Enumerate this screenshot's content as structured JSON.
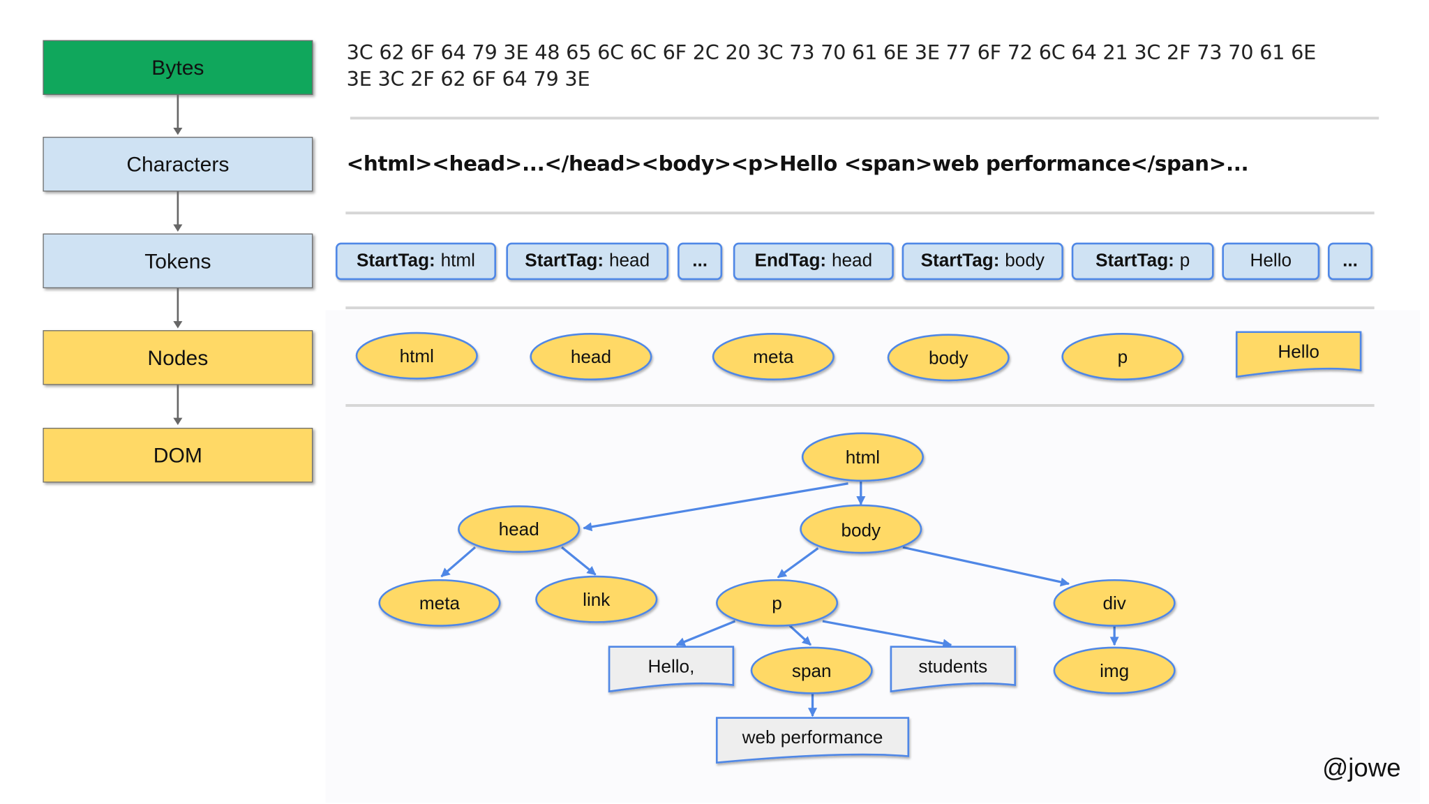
{
  "stages": [
    "Bytes",
    "Characters",
    "Tokens",
    "Nodes",
    "DOM"
  ],
  "bytes_text": "3C 62 6F 64 79 3E 48 65 6C 6C 6F 2C 20 3C 73 70 61 6E 3E 77 6F 72 6C 64 21 3C 2F 73 70 61 6E 3E 3C 2F 62 6F 64 79 3E",
  "characters_text": "<html><head>...</head><body><p>Hello <span>web performance</span>...",
  "tokens": [
    {
      "kind": "StartTag:",
      "value": "html"
    },
    {
      "kind": "StartTag:",
      "value": "head"
    },
    {
      "kind": "",
      "value": "..."
    },
    {
      "kind": "EndTag:",
      "value": "head"
    },
    {
      "kind": "StartTag:",
      "value": "body"
    },
    {
      "kind": "StartTag:",
      "value": "p"
    },
    {
      "kind": "",
      "value": "Hello"
    },
    {
      "kind": "",
      "value": "..."
    }
  ],
  "nodes_row": [
    "html",
    "head",
    "meta",
    "body",
    "p",
    "Hello"
  ],
  "dom_tree": {
    "html": "html",
    "head": "head",
    "body": "body",
    "meta": "meta",
    "link": "link",
    "p": "p",
    "div": "div",
    "text_hello": "Hello,",
    "span": "span",
    "text_students": "students",
    "img": "img",
    "text_web_performance": "web performance"
  },
  "watermark": "@jowe",
  "colors": {
    "bytes": "#10a75c",
    "characters": "#cfe2f3",
    "tokens": "#cfe2f3",
    "nodes": "#ffd966",
    "dom": "#ffd966",
    "edge": "#4f87e6",
    "ellipse_fill": "#ffd966",
    "text_node_fill": "#eeeeee"
  }
}
